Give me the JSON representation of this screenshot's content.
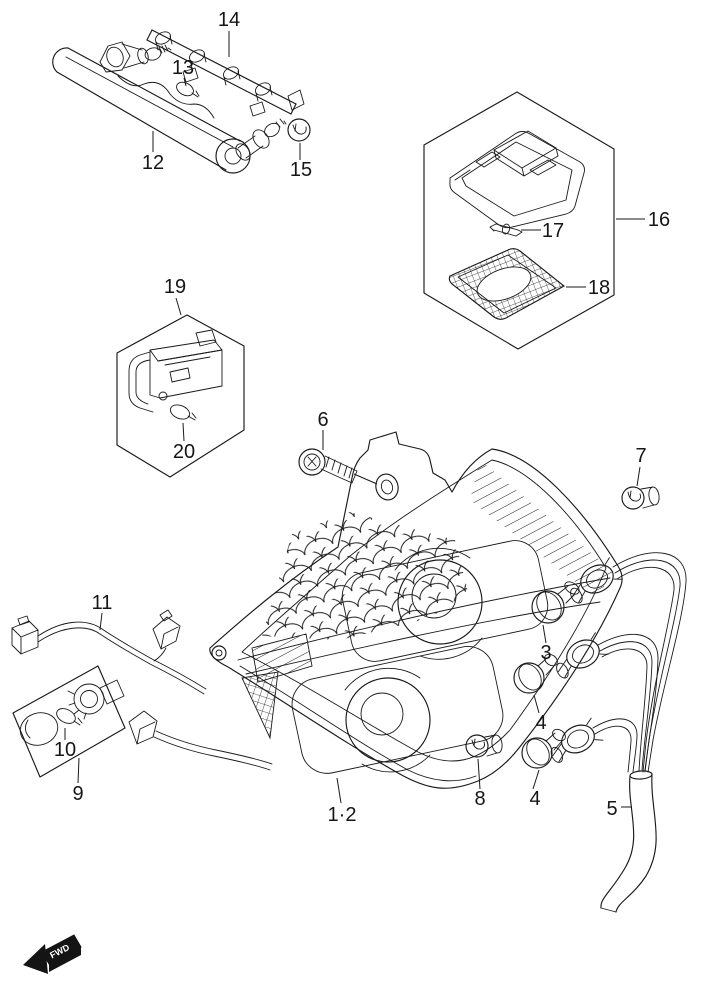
{
  "page": {
    "background": "#ffffff",
    "line_color": "#1a1a1a",
    "description_type": "exploded-parts-line-diagram"
  },
  "diagram": {
    "orientation_marker": "FWD",
    "callouts": {
      "c14": "14",
      "c13": "13",
      "c12": "12",
      "c15": "15",
      "c16": "16",
      "c17": "17",
      "c18": "18",
      "c19": "19",
      "c20": "20",
      "c6": "6",
      "c7": "7",
      "c11": "11",
      "c3": "3",
      "c4a": "4",
      "c4b": "4",
      "c9": "9",
      "c10": "10",
      "c1_2": "1·2",
      "c8": "8",
      "c5": "5",
      "fwd": "FWD"
    }
  }
}
